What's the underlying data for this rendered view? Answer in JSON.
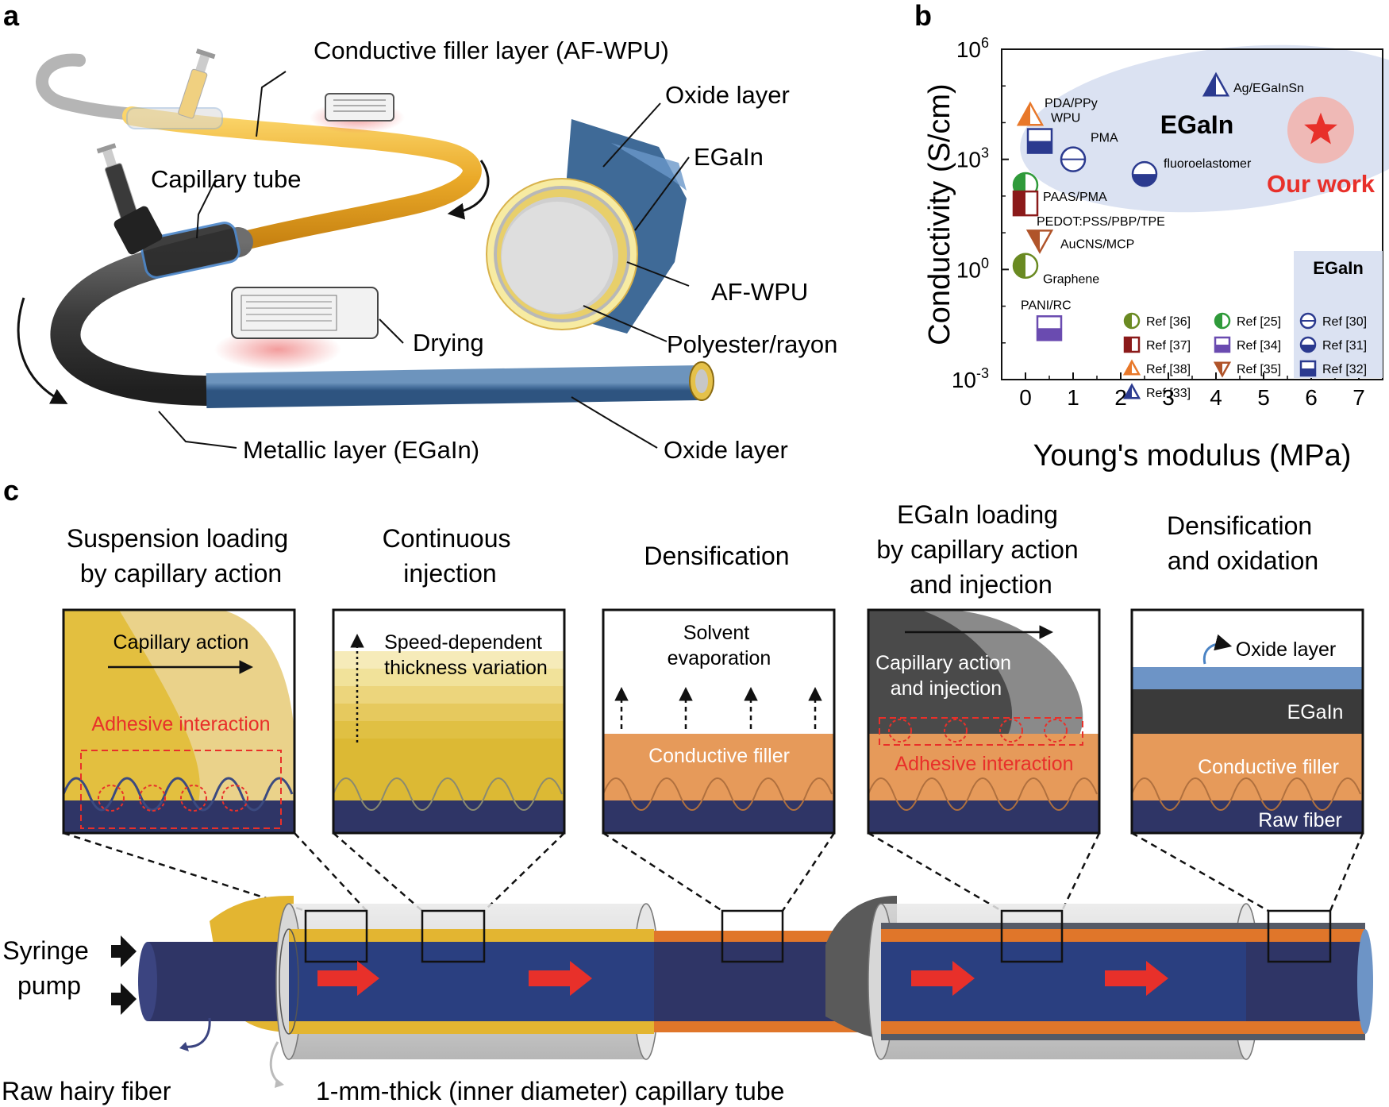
{
  "panel_a": {
    "letter": "a",
    "labels": {
      "conductive_filler_layer": "Conductive filler layer (AF-WPU)",
      "oxide_layer_top": "Oxide layer",
      "egain": "EGaIn",
      "capillary_tube": "Capillary tube",
      "af_wpu": "AF-WPU",
      "drying": "Drying",
      "polyester_rayon": "Polyester/rayon",
      "metallic_layer": "Metallic layer (EGaIn)",
      "oxide_layer_bottom": "Oxide layer"
    }
  },
  "panel_b": {
    "letter": "b",
    "region_label": "EGaIn",
    "our_work_label": "Our work",
    "legend_title": "EGaIn",
    "legend": [
      {
        "ref": "Ref [36]",
        "marker": "circle-half-left",
        "color": "#6a8a22"
      },
      {
        "ref": "Ref [25]",
        "marker": "circle-half-left",
        "color": "#2f9a3a"
      },
      {
        "ref": "Ref [30]",
        "marker": "circle-hline",
        "color": "#2b3a8f"
      },
      {
        "ref": "Ref [37]",
        "marker": "square-half-left",
        "color": "#8b1a1a"
      },
      {
        "ref": "Ref [34]",
        "marker": "square-half-bottom",
        "color": "#6a4bb0"
      },
      {
        "ref": "Ref [31]",
        "marker": "circle-half-bottom",
        "color": "#2b3a8f"
      },
      {
        "ref": "Ref [38]",
        "marker": "triangle-half",
        "color": "#e8782a"
      },
      {
        "ref": "Ref [35]",
        "marker": "triangle-down-half",
        "color": "#b0542a"
      },
      {
        "ref": "Ref [32]",
        "marker": "square-half-bottom",
        "color": "#2b3a8f"
      },
      {
        "ref": "Ref [33]",
        "marker": "triangle-half",
        "color": "#2b3a8f"
      }
    ]
  },
  "chart_data": {
    "type": "scatter",
    "title": "",
    "xlabel": "Young's modulus (MPa)",
    "ylabel": "Conductivity (S/cm)",
    "xlim": [
      -0.5,
      7.5
    ],
    "ylim_log10": [
      -3,
      6
    ],
    "xticks": [
      "0",
      "1",
      "2",
      "3",
      "4",
      "5",
      "6",
      "7"
    ],
    "yticks": [
      {
        "base": "10",
        "exp": "6",
        "value": 6
      },
      {
        "base": "10",
        "exp": "3",
        "value": 3
      },
      {
        "base": "10",
        "exp": "0",
        "value": 0
      },
      {
        "base": "10",
        "exp": "-3",
        "value": -3
      }
    ],
    "points": [
      {
        "label": "Ag/EGaInSn",
        "x": 4.0,
        "log10_y": 5.0,
        "marker": "triangle-half",
        "color": "#2b3a8f"
      },
      {
        "label": "PDA/PPy",
        "x": 0.1,
        "log10_y": 4.2,
        "marker": "triangle-half",
        "color": "#e8782a"
      },
      {
        "label": "WPU",
        "x": 0.3,
        "log10_y": 3.5,
        "marker": "square-half-bottom",
        "color": "#2b3a8f"
      },
      {
        "label": "PMA",
        "x": 1.0,
        "log10_y": 3.0,
        "marker": "circle-hline",
        "color": "#2b3a8f"
      },
      {
        "label": "fluoroelastomer",
        "x": 2.5,
        "log10_y": 2.6,
        "marker": "circle-half-bottom",
        "color": "#2b3a8f"
      },
      {
        "label": "PAAS/PMA",
        "x": 0.0,
        "log10_y": 2.3,
        "marker": "circle-half-left",
        "color": "#2f9a3a"
      },
      {
        "label": "PEDOT:PSS/PBP/TPE",
        "x": 0.0,
        "log10_y": 1.8,
        "marker": "square-half-left",
        "color": "#8b1a1a"
      },
      {
        "label": "AuCNS/MCP",
        "x": 0.3,
        "log10_y": 0.8,
        "marker": "triangle-down-half",
        "color": "#b0542a"
      },
      {
        "label": "Graphene",
        "x": 0.0,
        "log10_y": 0.1,
        "marker": "circle-half-left",
        "color": "#6a8a22"
      },
      {
        "label": "PANI/RC",
        "x": 0.5,
        "log10_y": -1.6,
        "marker": "square-half-bottom",
        "color": "#6a4bb0"
      },
      {
        "label": "",
        "x": 6.2,
        "log10_y": 3.8,
        "marker": "star",
        "color": "#e8302a"
      }
    ]
  },
  "panel_c": {
    "letter": "c",
    "steps": [
      {
        "title": [
          "Suspension loading",
          "by capillary action"
        ],
        "inset_labels": [
          "Capillary action",
          "Adhesive interaction"
        ]
      },
      {
        "title": [
          "Continuous",
          "injection"
        ],
        "inset_labels": [
          "Speed-dependent",
          "thickness variation"
        ]
      },
      {
        "title": [
          "Densification"
        ],
        "inset_labels": [
          "Solvent",
          "evaporation",
          "Conductive filler"
        ]
      },
      {
        "title": [
          "EGaIn loading",
          "by capillary action",
          "and injection"
        ],
        "inset_labels": [
          "Capillary action",
          "and injection",
          "Adhesive interaction"
        ]
      },
      {
        "title": [
          "Densification",
          "and oxidation"
        ],
        "inset_labels": [
          "Oxide layer",
          "EGaIn",
          "Conductive filler",
          "Raw fiber"
        ]
      }
    ],
    "syringe_pump": [
      "Syringe",
      "pump"
    ],
    "raw_hairy_fiber": "Raw hairy fiber",
    "capillary_tube_label": "1-mm-thick (inner diameter) capillary tube"
  }
}
